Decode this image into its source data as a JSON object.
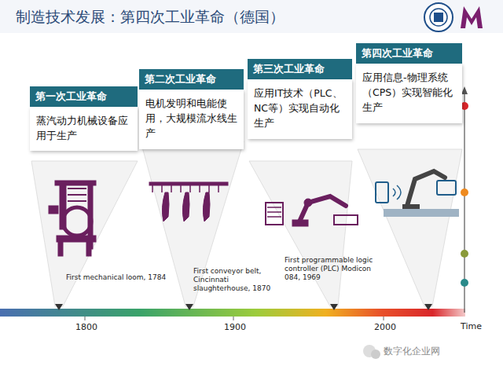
{
  "diagram": {
    "title": "制造技术发展：第四次工业革命（德国）",
    "nodes": [
      {
        "text": [
          "第一次工业革命",
          "蒸汽动力机械设备应用于生产"
        ]
      },
      {
        "text": [
          "第二次工业革命",
          "电机发明和电能使用，大规模流水线生产"
        ]
      },
      {
        "text": [
          "第三次工业革命",
          "应用IT技术（PLC、NC等）实现自动化生产"
        ]
      },
      {
        "text": [
          "第四次工业革命",
          "应用信息-物理系统（CPS）实现智能化生产"
        ]
      }
    ],
    "edges": [],
    "labels": [
      "First mechanical loom, 1784",
      "First conveyor belt, Cincinnati slaughterhouse, 1870",
      "First programmable logic controller (PLC) Modicon 084, 1969",
      "1800",
      "1900",
      "2000",
      "Time",
      "数字化企业网"
    ]
  }
}
